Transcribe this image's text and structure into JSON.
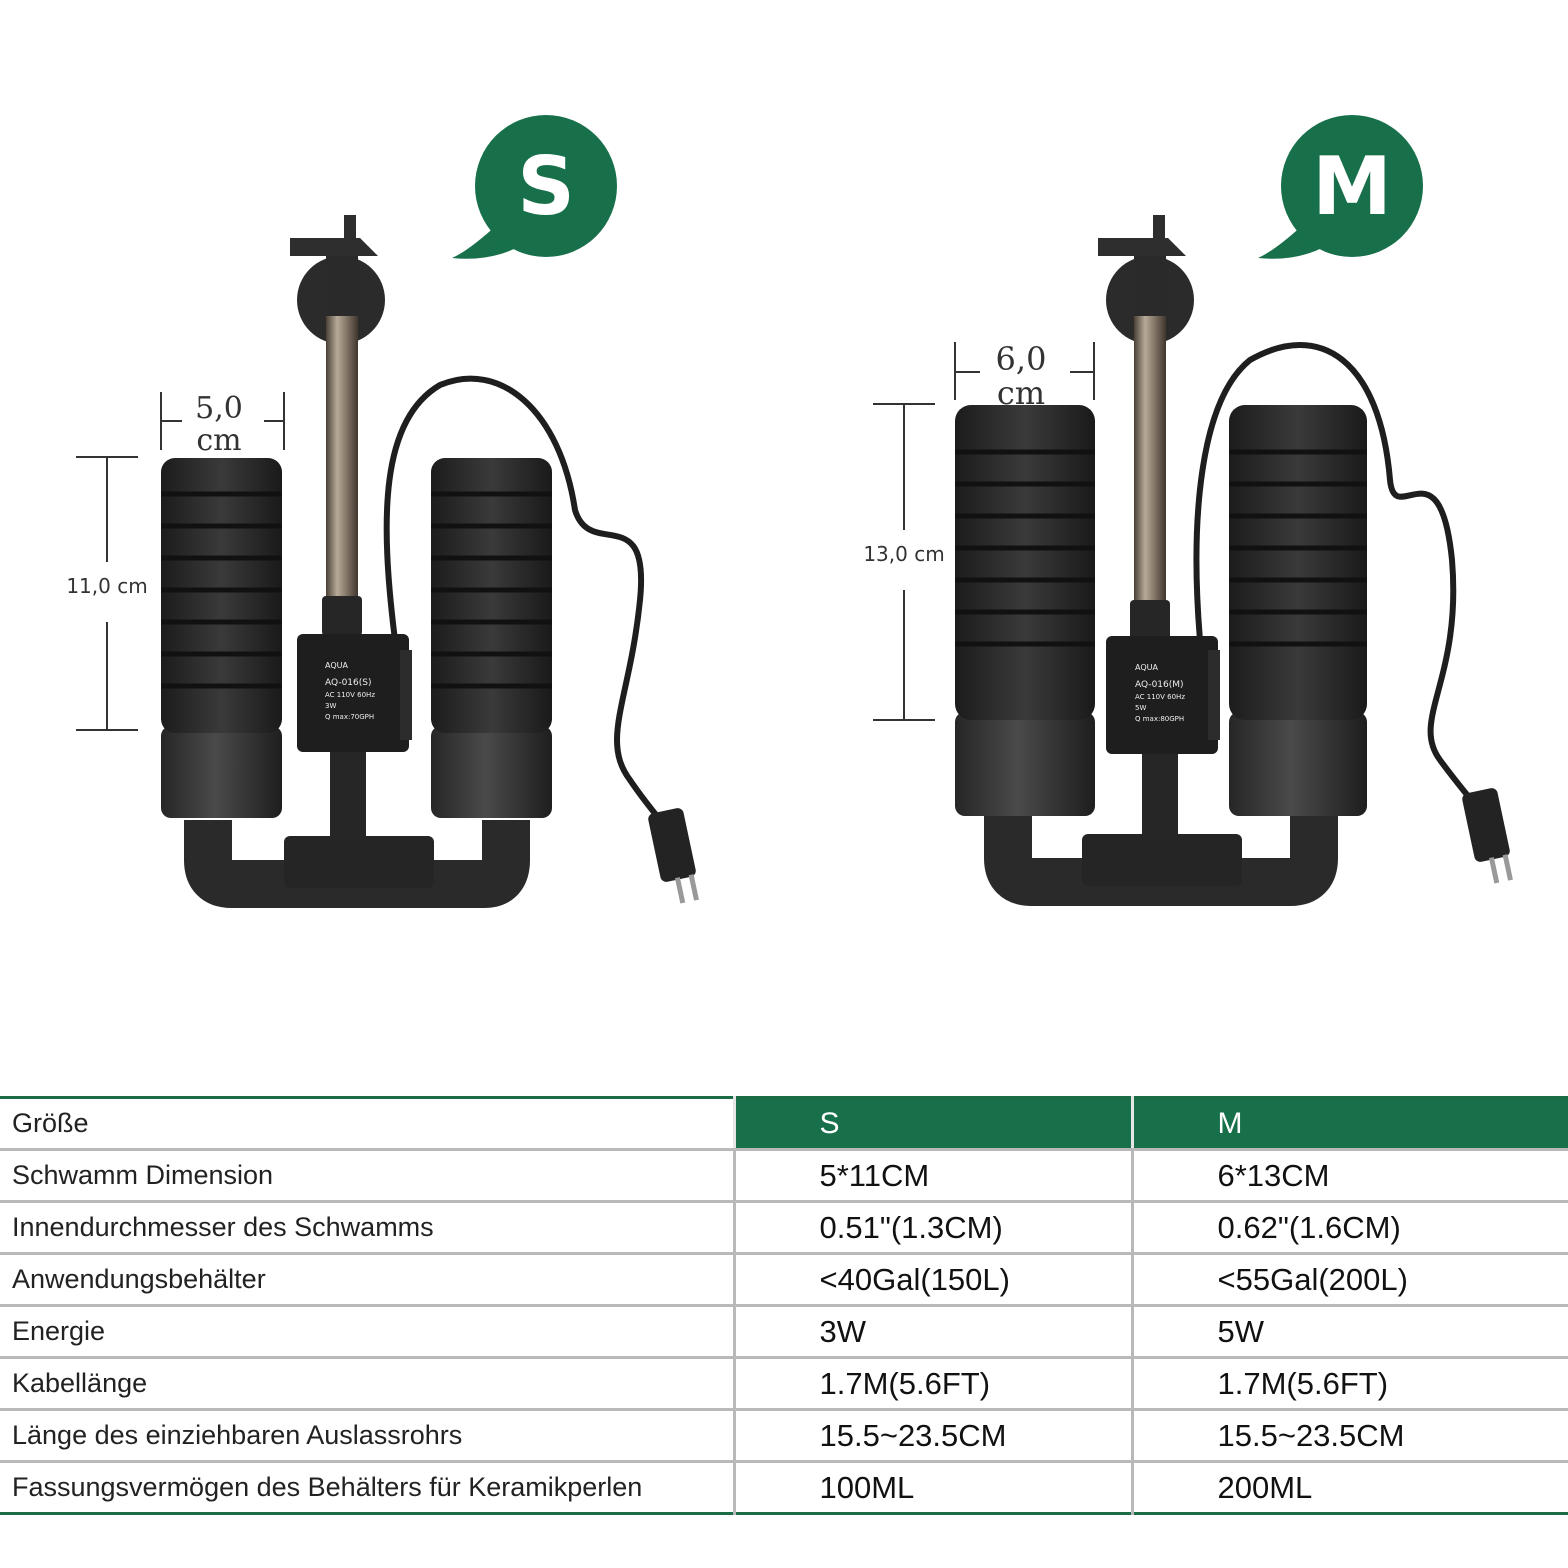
{
  "products": [
    {
      "size": "S",
      "width_label_line1": "5,0",
      "width_label_line2": "cm",
      "height_label": "11,0 cm",
      "pump_model": "AQ-016(S)",
      "pump_line2": "AC 110V 60Hz",
      "pump_line3": "3W",
      "pump_line4": "Q max:70GPH"
    },
    {
      "size": "M",
      "width_label_line1": "6,0",
      "width_label_line2": "cm",
      "height_label": "13,0 cm",
      "pump_model": "AQ-016(M)",
      "pump_line2": "AC 110V 60Hz",
      "pump_line3": "5W",
      "pump_line4": "Q max:80GPH"
    }
  ],
  "colors": {
    "brand_green": "#17704a",
    "sponge": "#2a2a2a",
    "cup": "#333333"
  },
  "table": {
    "header": [
      "Größe",
      "S",
      "M"
    ],
    "rows": [
      [
        "Schwamm Dimension",
        "5*11CM",
        "6*13CM"
      ],
      [
        "Innendurchmesser des Schwamms",
        "0.51\"(1.3CM)",
        "0.62\"(1.6CM)"
      ],
      [
        "Anwendungsbehälter",
        "<40Gal(150L)",
        "<55Gal(200L)"
      ],
      [
        "Energie",
        "3W",
        "5W"
      ],
      [
        "Kabellänge",
        "1.7M(5.6FT)",
        "1.7M(5.6FT)"
      ],
      [
        "Länge des einziehbaren Auslassrohrs",
        "15.5~23.5CM",
        "15.5~23.5CM"
      ],
      [
        "Fassungsvermögen des Behälters für Keramikperlen",
        "100ML",
        "200ML"
      ]
    ]
  }
}
